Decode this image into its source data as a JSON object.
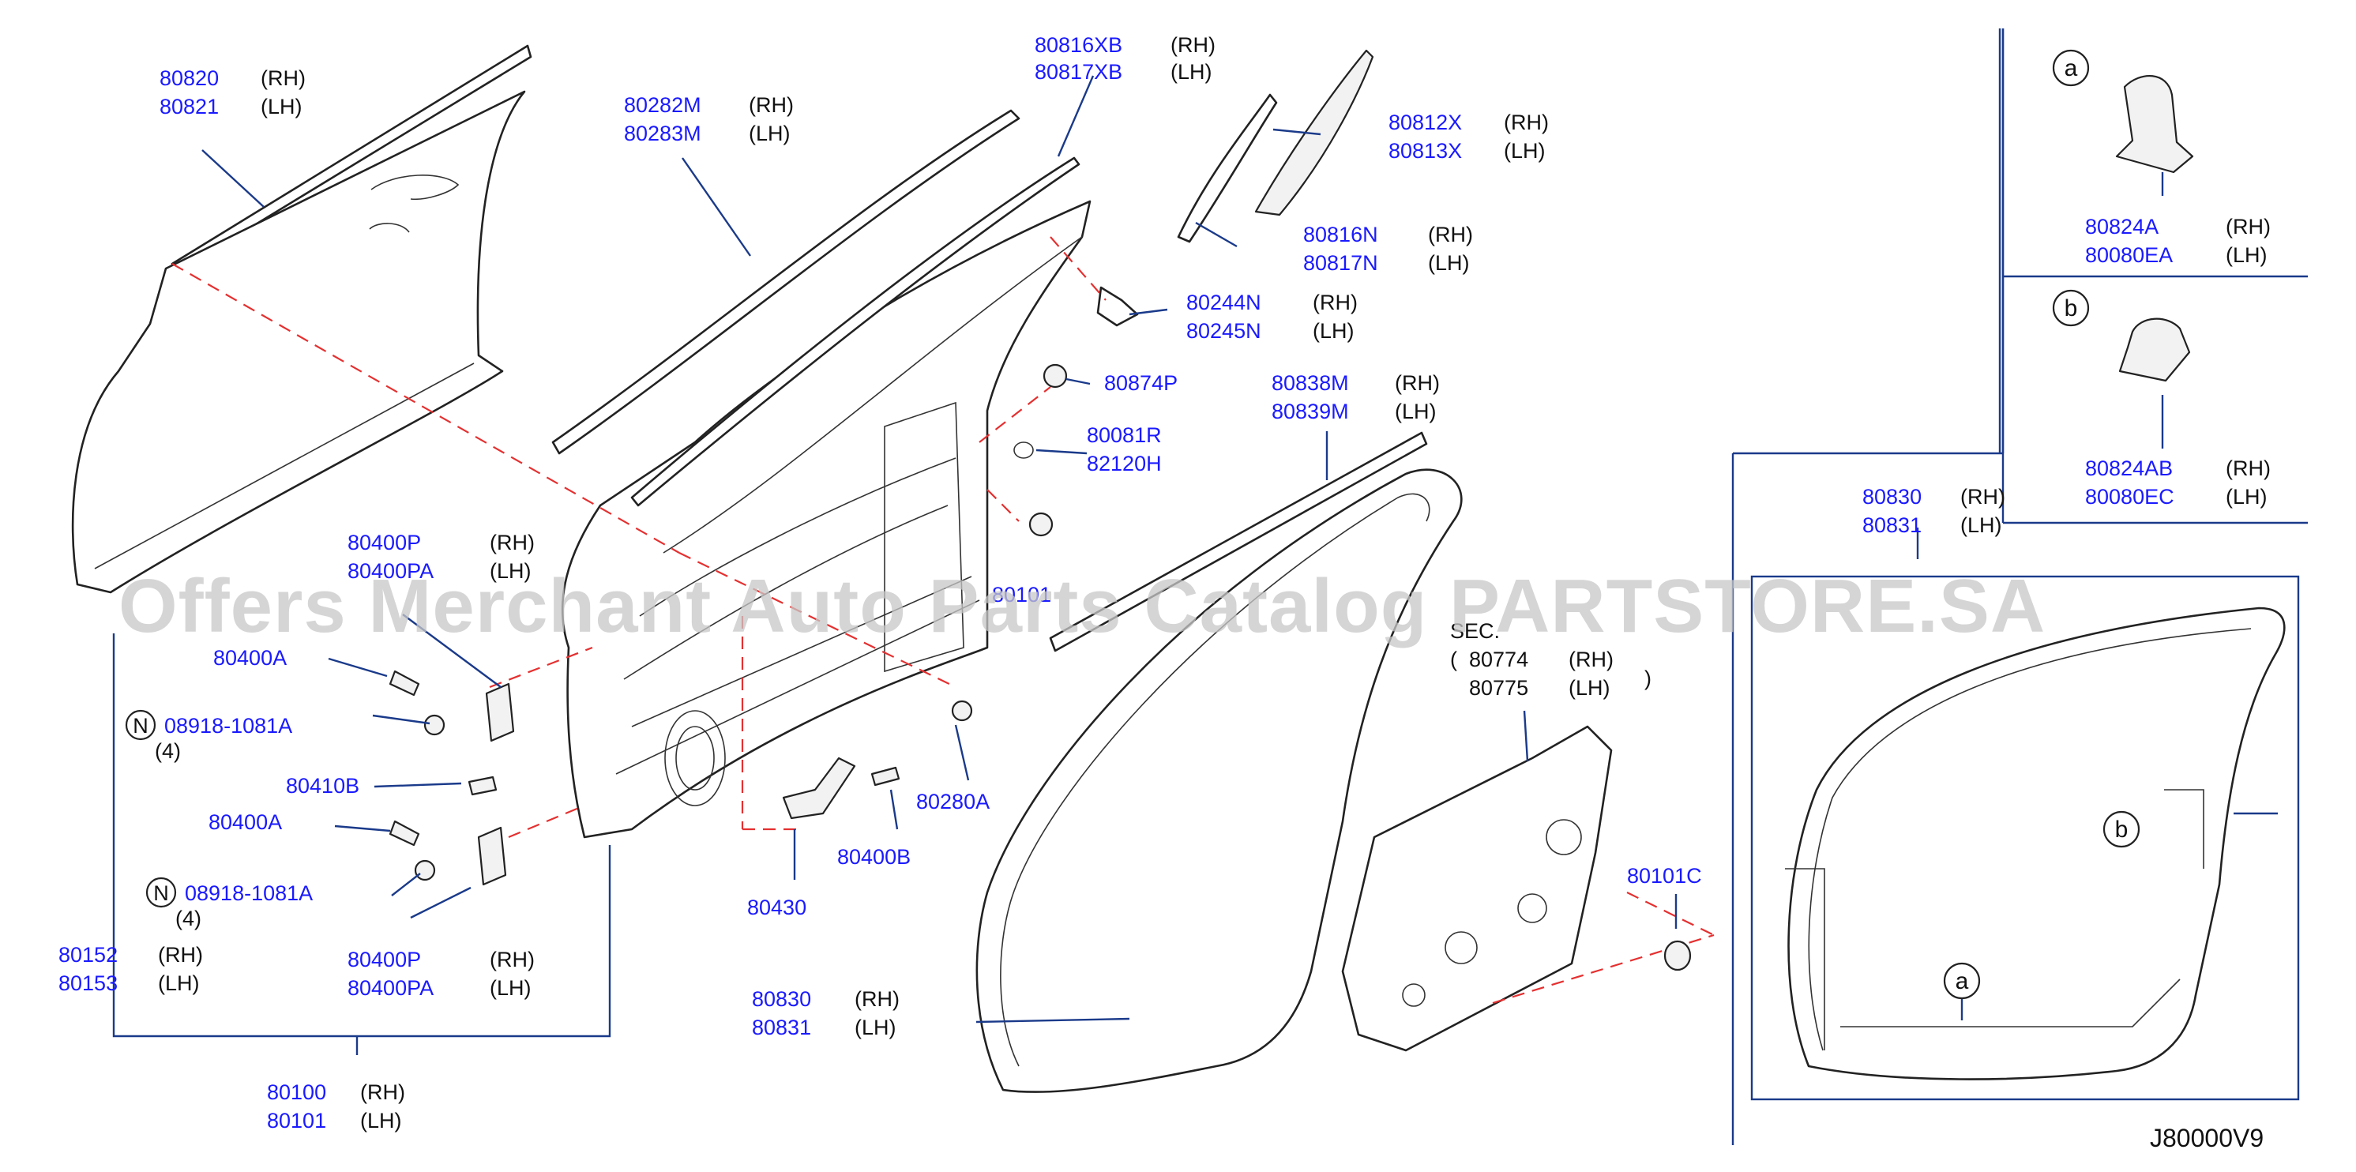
{
  "diagram": {
    "code": "J80000V9",
    "watermark": "Offers Merchant Auto Parts Catalog PARTSTORE.SA",
    "labels": {
      "p80820": "80820",
      "p80821": "80821",
      "p80282M": "80282M",
      "p80283M": "80283M",
      "p80816XB": "80816XB",
      "p80817XB": "80817XB",
      "p80812X": "80812X",
      "p80813X": "80813X",
      "p80816N": "80816N",
      "p80817N": "80817N",
      "p80244N": "80244N",
      "p80245N": "80245N",
      "p80874P": "80874P",
      "p80081R": "80081R",
      "p82120H": "82120H",
      "p80838M": "80838M",
      "p80839M": "80839M",
      "p80400P_a": "80400P",
      "p80400PA_a": "80400PA",
      "p80400A_a": "80400A",
      "p08918_a": "08918-1081A",
      "q4_a": "(4)",
      "p80410B": "80410B",
      "p80400A_b": "80400A",
      "p08918_b": "08918-1081A",
      "q4_b": "(4)",
      "p80400P_b": "80400P",
      "p80400PA_b": "80400PA",
      "p80152": "80152",
      "p80153": "80153",
      "p80100": "80100",
      "p80101": "80101",
      "p80430": "80430",
      "p80400B": "80400B",
      "p80280A": "80280A",
      "p80101_partial": "80101",
      "p80774": "80774",
      "p80775": "80775",
      "sec": "SEC.",
      "p80101C": "80101C",
      "p80830_a": "80830",
      "p80831_a": "80831",
      "p80830_b": "80830",
      "p80831_b": "80831",
      "p80824A": "80824A",
      "p80080EA": "80080EA",
      "p80824AB": "80824AB",
      "p80080EC": "80080EC",
      "rh": "(RH)",
      "lh": "(LH)",
      "n": "N",
      "a": "a",
      "b": "b"
    }
  }
}
